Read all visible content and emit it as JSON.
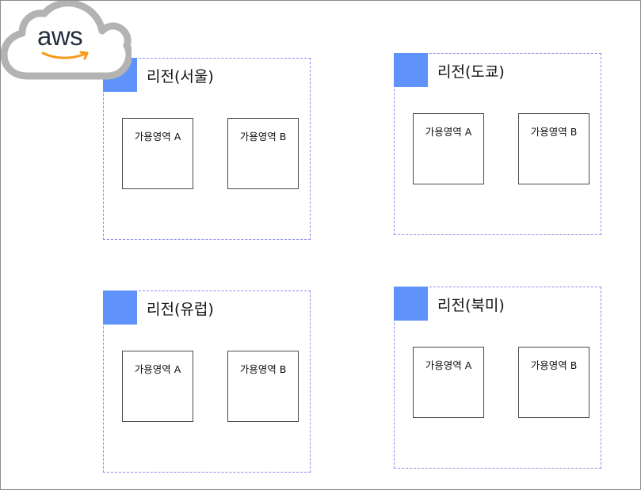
{
  "logo": {
    "text": "aws",
    "icon": "aws-cloud-icon",
    "cloud_color": "#b3b3b3",
    "smile_color": "#f79a17"
  },
  "colors": {
    "region_border": "#8a8cf0",
    "region_icon": "#5f92fb",
    "az_border": "#4a4a4a"
  },
  "regions": [
    {
      "label": "리전(서울)",
      "zones": [
        {
          "label": "가용영역 A"
        },
        {
          "label": "가용영역 B"
        }
      ]
    },
    {
      "label": "리전(도쿄)",
      "zones": [
        {
          "label": "가용영역 A"
        },
        {
          "label": "가용영역 B"
        }
      ]
    },
    {
      "label": "리전(유럽)",
      "zones": [
        {
          "label": "가용영역 A"
        },
        {
          "label": "가용영역 B"
        }
      ]
    },
    {
      "label": "리전(북미)",
      "zones": [
        {
          "label": "가용영역 A"
        },
        {
          "label": "가용영역 B"
        }
      ]
    }
  ]
}
